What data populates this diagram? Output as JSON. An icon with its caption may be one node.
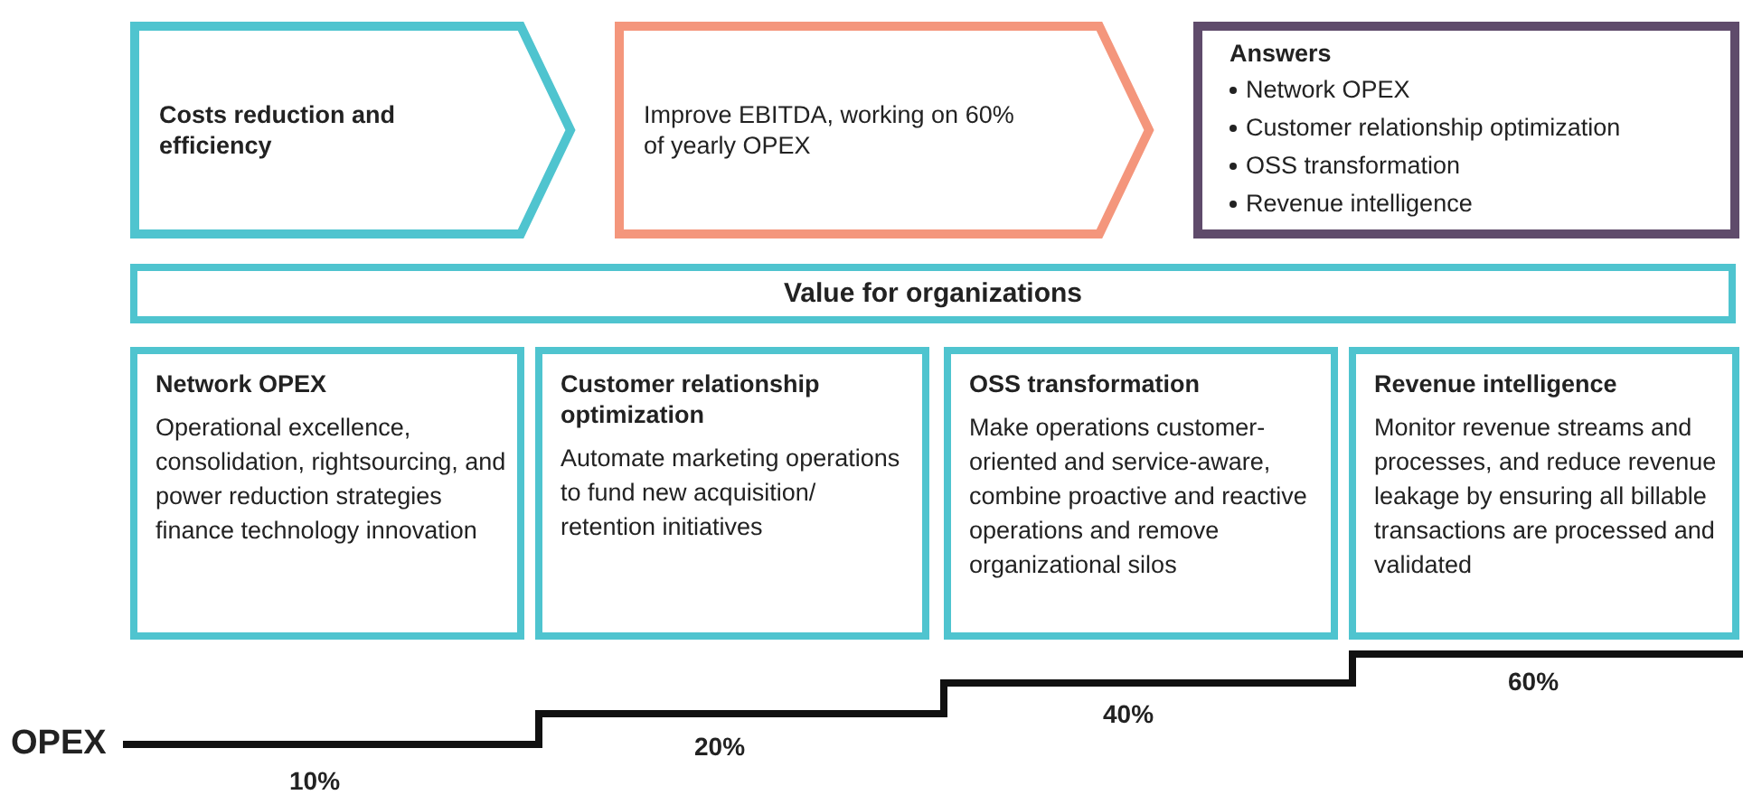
{
  "diagram": {
    "nodes": [
      {
        "text": [
          "Costs reduction and efficiency"
        ]
      },
      {
        "text": [
          "Improve EBITDA, working on 60% of yearly OPEX"
        ]
      },
      {
        "text": [
          "Answers",
          "Network OPEX",
          "Customer relationship optimization",
          "OSS transformation",
          "Revenue intelligence"
        ]
      },
      {
        "text": [
          "Value for organizations"
        ]
      },
      {
        "text": [
          "Network OPEX",
          "Operational excellence, consolidation, rightsourcing, and power reduction strategies finance technology innovation"
        ]
      },
      {
        "text": [
          "Customer relationship optimization",
          "Automate marketing operations to fund new acquisition/ retention initiatives"
        ]
      },
      {
        "text": [
          "OSS transformation",
          "Make operations customer-oriented and service-aware, combine proactive and reactive operations and remove organizational silos"
        ]
      },
      {
        "text": [
          "Revenue intelligence",
          "Monitor revenue streams and processes, and reduce revenue leakage by ensuring all billable transactions are processed and validated"
        ]
      }
    ],
    "labels": [
      "OPEX",
      "10%",
      "20%",
      "40%",
      "60%"
    ]
  }
}
